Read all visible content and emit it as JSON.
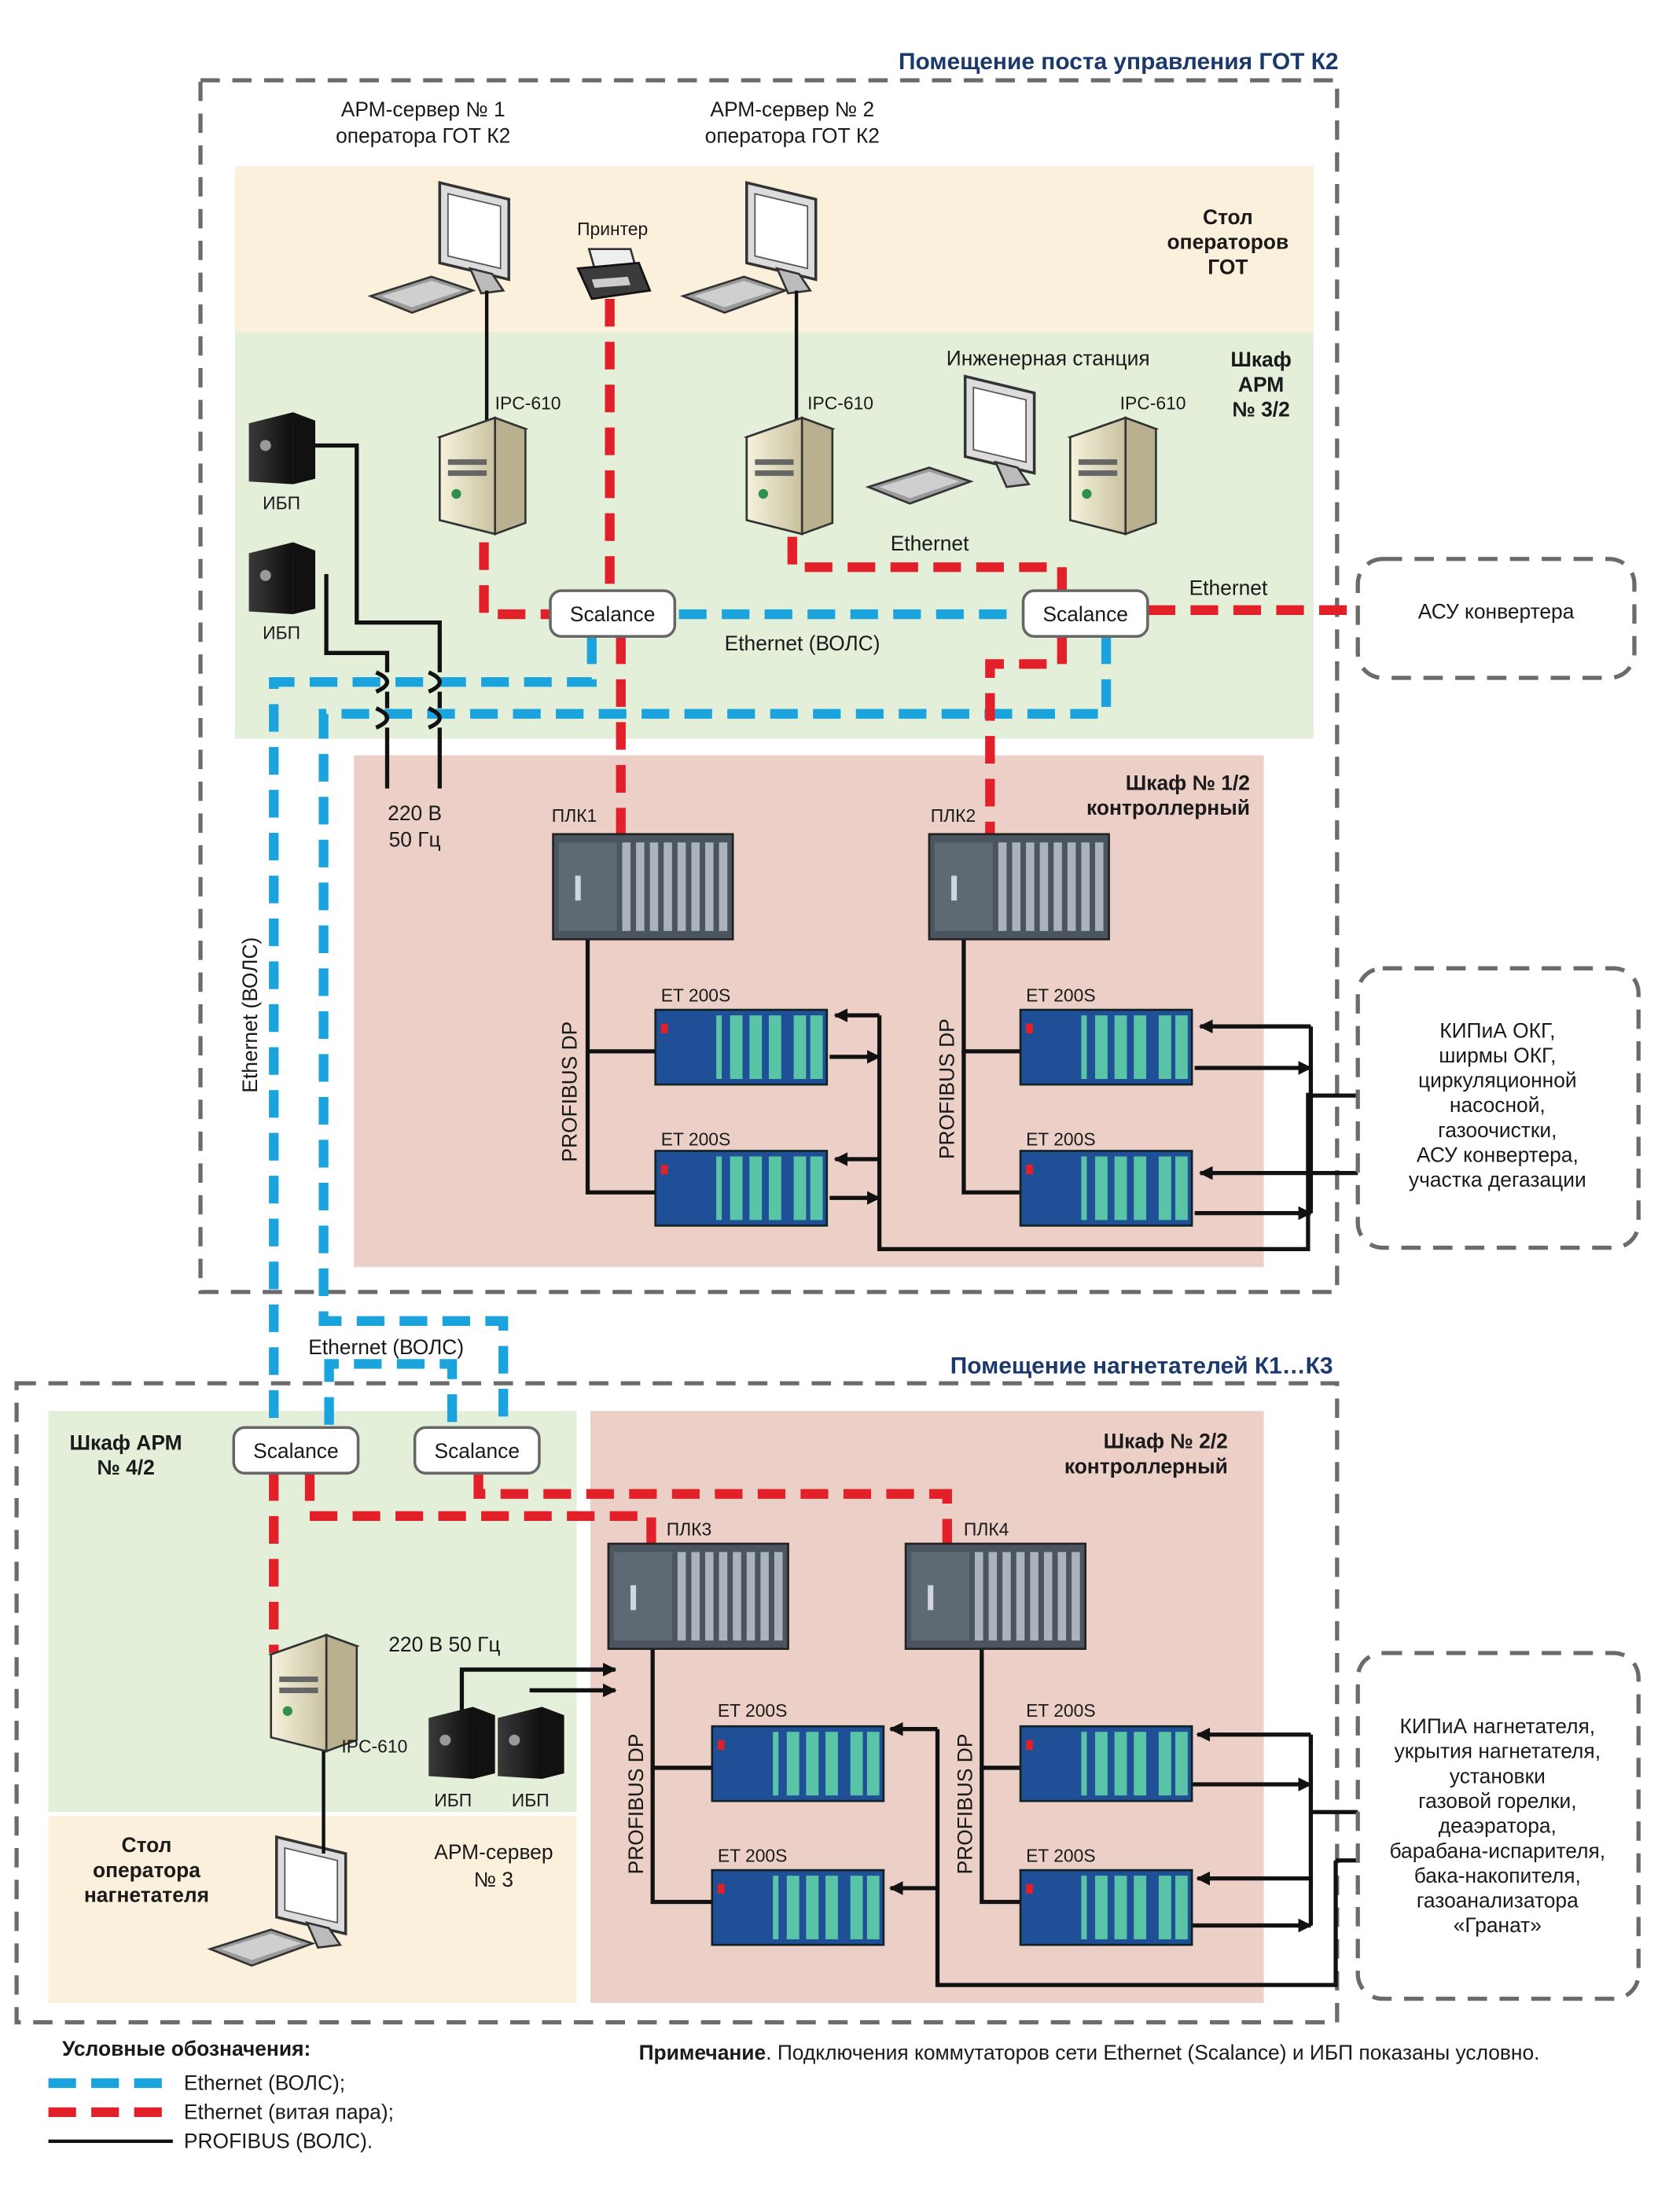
{
  "rooms": {
    "control_room": "Помещение поста управления ГОТ К2",
    "blower_room": "Помещение нагнетателей К1…К3"
  },
  "zones": {
    "operators_desk": [
      "Стол",
      "операторов",
      "ГОТ"
    ],
    "arm_cabinet_3": [
      "Шкаф",
      "АРМ",
      "№ 3/2"
    ],
    "controller_cabinet_1": [
      "Шкаф № 1/2",
      "контроллерный"
    ],
    "arm_cabinet_4": [
      "Шкаф АРМ",
      "№ 4/2"
    ],
    "controller_cabinet_2": [
      "Шкаф № 2/2",
      "контроллерный"
    ],
    "blower_operator_desk": [
      "Стол",
      "оператора",
      "нагнетателя"
    ]
  },
  "servers": {
    "server1": [
      "АРМ-сервер № 1",
      "оператора ГОТ К2"
    ],
    "server2": [
      "АРМ-сервер № 2",
      "оператора ГОТ К2"
    ],
    "server3": [
      "АРМ-сервер",
      "№ 3"
    ],
    "eng_station": "Инженерная станция"
  },
  "devices": {
    "printer": "Принтер",
    "ipc": "IPC-610",
    "ups": "ИБП",
    "scalance": "Scalance",
    "plc1": "ПЛК1",
    "plc2": "ПЛК2",
    "plc3": "ПЛК3",
    "plc4": "ПЛК4",
    "et200s": "ET 200S"
  },
  "links": {
    "ethernet": "Ethernet",
    "ethernet_fiber": "Ethernet (ВОЛС)",
    "profibus": "PROFIBUS DP",
    "power": [
      "220 В",
      "50 Гц"
    ],
    "power_inline": "220 В  50 Гц"
  },
  "external": {
    "asu": "АСУ конвертера",
    "kip1": [
      "КИПиА ОКГ,",
      "ширмы ОКГ,",
      "циркуляционной",
      "насосной,",
      "газоочистки,",
      "АСУ конвертера,",
      "участка дегазации"
    ],
    "kip2": [
      "КИПиА нагнетателя,",
      "укрытия нагнетателя,",
      "установки",
      "газовой горелки,",
      "деаэратора,",
      "барабана-испарителя,",
      "бака-накопителя,",
      "газоанализатора",
      "«Гранат»"
    ]
  },
  "legend": {
    "title": "Условные обозначения:",
    "items": [
      {
        "kind": "blue",
        "label": "Ethernet (ВОЛС);"
      },
      {
        "kind": "red",
        "label": "Ethernet (витая пара);"
      },
      {
        "kind": "black",
        "label": "PROFIBUS (ВОЛС)."
      }
    ]
  },
  "note": {
    "bold": "Примечание",
    "text": ". Подключения коммутаторов сети Ethernet (Scalance) и ИБП показаны условно."
  },
  "colors": {
    "fiber": "#1aa3dc",
    "twisted_pair": "#e2202a",
    "profibus": "#111111",
    "heading": "#1b3a6b",
    "desk": "#fbf0dc",
    "arm_cabinet": "#e3efd9",
    "controller_cabinet": "#ecd0c7"
  }
}
